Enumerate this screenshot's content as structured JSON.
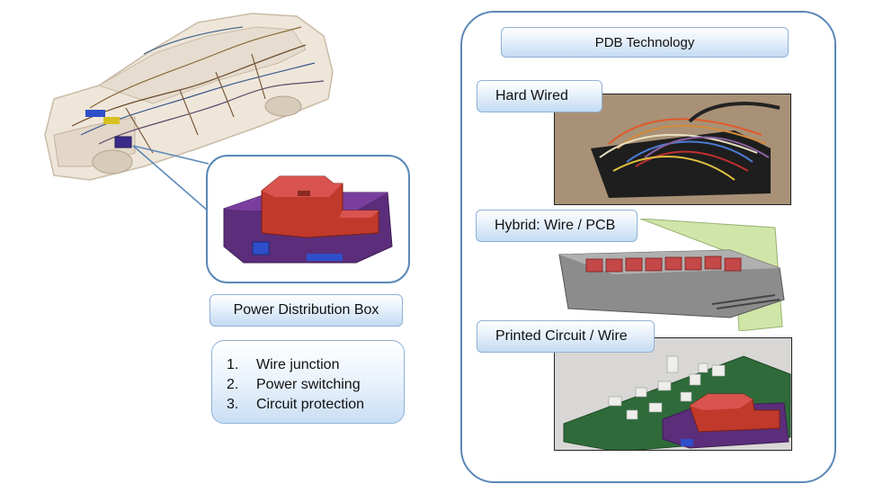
{
  "main": {
    "pdb_label": "Power Distribution Box",
    "functions": [
      {
        "num": "1.",
        "text": "Wire junction"
      },
      {
        "num": "2.",
        "text": "Power switching"
      },
      {
        "num": "3.",
        "text": "Circuit protection"
      }
    ]
  },
  "technology": {
    "title": "PDB Technology",
    "types": [
      {
        "label": "Hard Wired"
      },
      {
        "label": "Hybrid: Wire / PCB"
      },
      {
        "label": "Printed Circuit / Wire"
      }
    ]
  },
  "colors": {
    "panel_border": "#5a88b7",
    "label_gradient_end": "#c4dbf2",
    "box_red": "#c0392b",
    "box_purple": "#5b2d7a",
    "connector_blue": "#2e4fc9"
  }
}
